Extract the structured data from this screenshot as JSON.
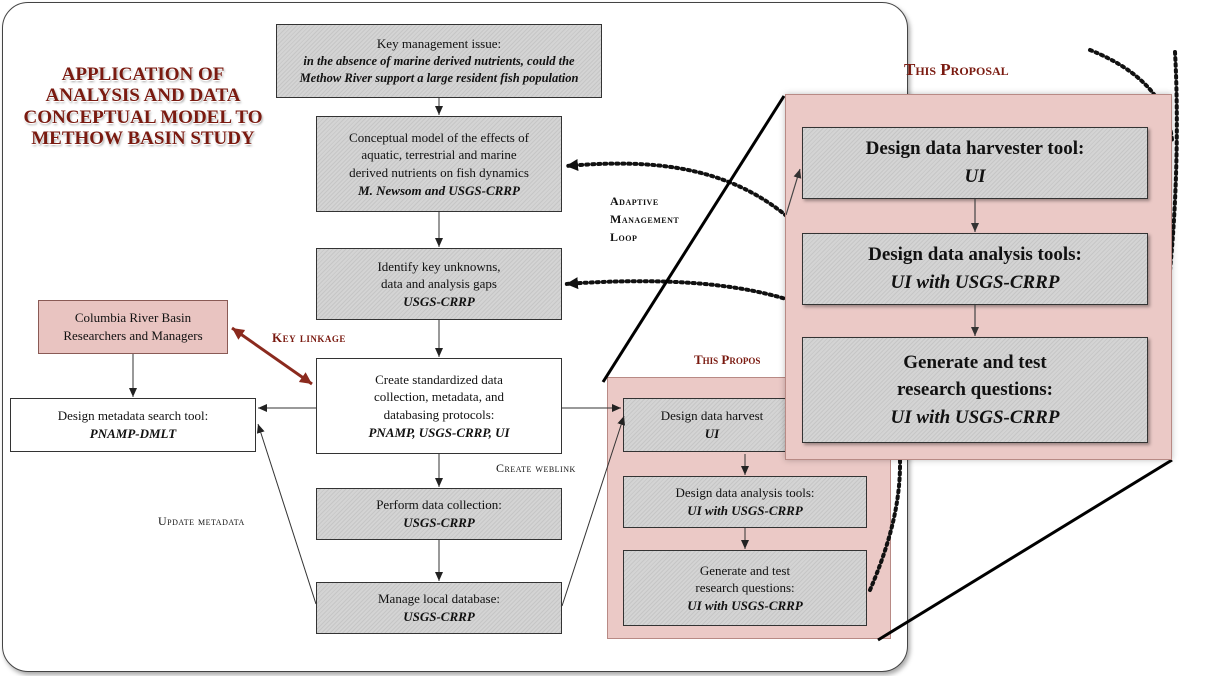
{
  "title": {
    "line1": "APPLICATION OF",
    "line2": "ANALYSIS AND DATA",
    "line3": "CONCEPTUAL MODEL TO",
    "line4": "METHOW BASIN STUDY"
  },
  "boxes": {
    "key_issue": {
      "line1": "Key management issue:",
      "line2": "in the absence of marine derived nutrients, could the",
      "line3": "Methow River support a large resident fish population"
    },
    "conceptual_model": {
      "line1": "Conceptual model of the effects of",
      "line2": "aquatic, terrestrial and marine",
      "line3": "derived nutrients on fish dynamics",
      "line4": "M. Newsom and USGS-CRRP"
    },
    "identify": {
      "line1": "Identify key unknowns,",
      "line2": "data and analysis gaps",
      "line3": "USGS-CRRP"
    },
    "standardized": {
      "line1": "Create standardized data",
      "line2": "collection, metadata, and",
      "line3": "databasing protocols:",
      "line4": "PNAMP, USGS-CRRP, UI"
    },
    "perform": {
      "line1": "Perform data collection:",
      "line2": "USGS-CRRP"
    },
    "manage": {
      "line1": "Manage local database:",
      "line2": "USGS-CRRP"
    },
    "columbia": {
      "line1": "Columbia River Basin",
      "line2": "Researchers and Managers"
    },
    "metadata_search": {
      "line1": "Design metadata search tool:",
      "line2": "PNAMP-DMLT"
    },
    "small_harvester": {
      "line1": "Design data harvest",
      "line2": "UI"
    },
    "small_analysis": {
      "line1": "Design data analysis tools:",
      "line2": "UI with USGS-CRRP"
    },
    "small_generate": {
      "line1": "Generate and test",
      "line2": "research questions:",
      "line3": "UI with USGS-CRRP"
    }
  },
  "labels": {
    "adaptive1": "Adaptive",
    "adaptive2": "Management",
    "adaptive3": "Loop",
    "key_linkage": "Key linkage",
    "create_weblink": "Create weblink",
    "update_metadata": "Update metadata",
    "this_proposal_small": "This Propos",
    "this_proposal_zoom": "This Proposal"
  },
  "zoom": {
    "harvester": {
      "line1": "Design data harvester tool:",
      "line2": "UI"
    },
    "analysis": {
      "line1": "Design data analysis tools:",
      "line2": "UI with USGS-CRRP"
    },
    "generate": {
      "line1": "Generate and test",
      "line2": "research questions:",
      "line3": "UI with USGS-CRRP"
    }
  },
  "colors": {
    "title": "#7a1a10",
    "pink": "#ebc9c6",
    "gray_box": "#cfcfcf",
    "key_linkage_arrow": "#8b2a1e"
  }
}
